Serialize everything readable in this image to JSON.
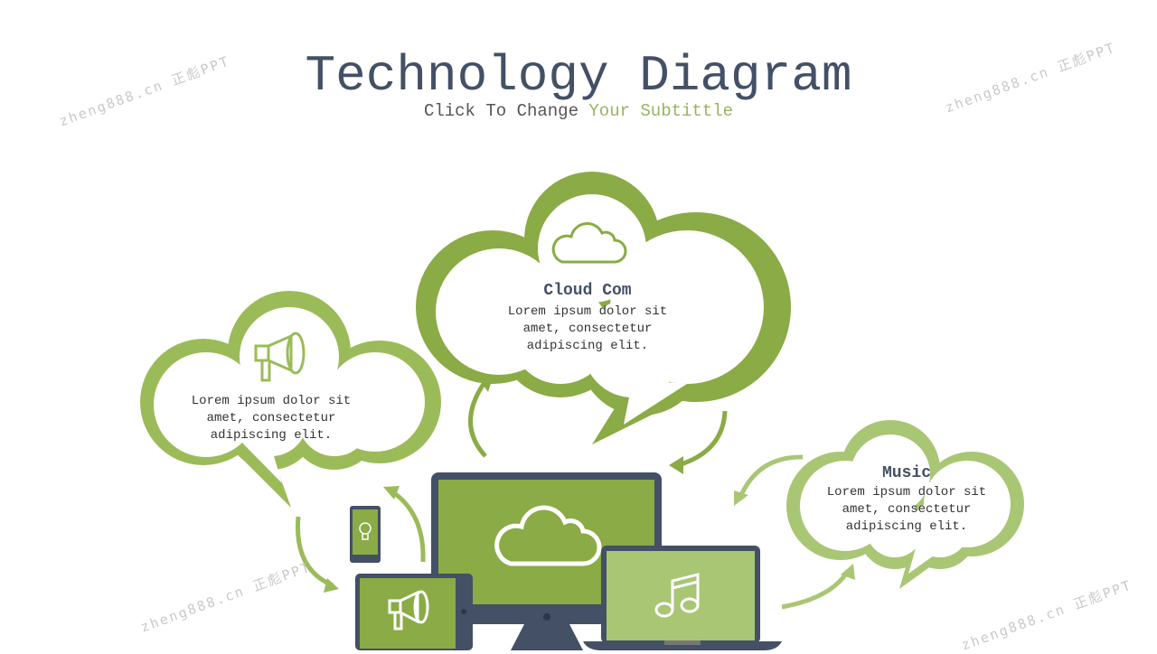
{
  "title": "Technology Diagram",
  "subtitle": {
    "part1": "Click To Change",
    "part2": "Your Subtittle"
  },
  "clouds": [
    {
      "title": "Cloud Com",
      "text": [
        "Lorem ipsum dolor sit",
        "amet, consectetur",
        "adipiscing elit."
      ],
      "icon": "cloud-icon"
    },
    {
      "title": "",
      "text": [
        "Lorem ipsum dolor sit",
        "amet, consectetur",
        "adipiscing elit."
      ],
      "icon": "megaphone-icon"
    },
    {
      "title": "Music",
      "text": [
        "Lorem ipsum dolor sit",
        "amet, consectetur",
        "adipiscing elit."
      ],
      "icon": "music-icon"
    }
  ],
  "watermark": "zheng888.cn 正彪PPT",
  "colors": {
    "dark": "#435066",
    "green": "#8aab45",
    "light": "#a9c675",
    "mid": "#9bbb59"
  }
}
